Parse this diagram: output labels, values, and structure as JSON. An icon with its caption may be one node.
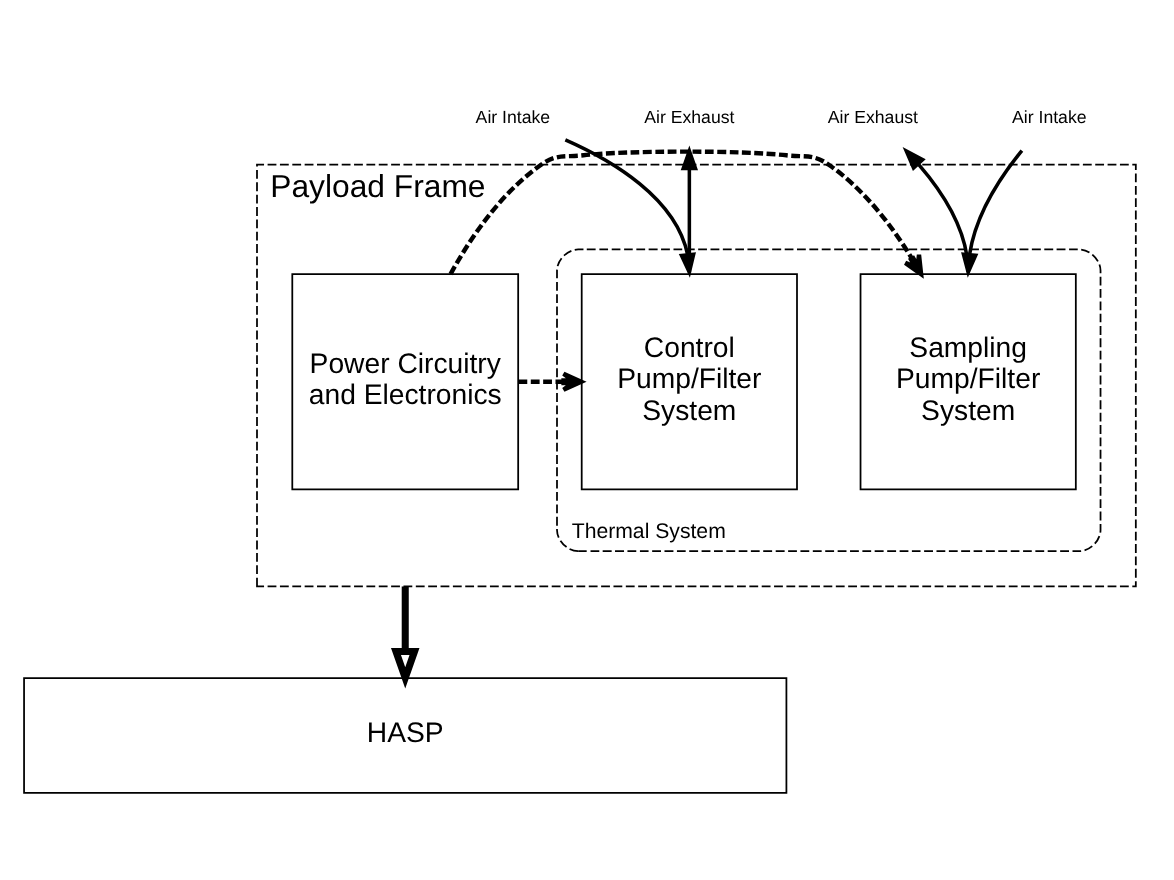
{
  "diagram": {
    "nodes": [
      {
        "text": [
          "Payload Frame"
        ]
      },
      {
        "text": [
          "Thermal System"
        ],
        "in": 0
      },
      {
        "text": [
          "Control Pump/Filter System"
        ],
        "in": 1
      },
      {
        "text": [
          "Sampling Pump/Filter System"
        ],
        "in": 1
      },
      {
        "text": [
          "Power Circuitry and Electronics"
        ],
        "in": 0
      },
      {
        "text": [
          "HASP"
        ]
      },
      {
        "text": [
          "Air Intake"
        ]
      },
      {
        "text": [
          "Air Exhaust"
        ]
      },
      {
        "text": [
          "Air Exhaust"
        ]
      },
      {
        "text": [
          "Air Intake"
        ]
      }
    ],
    "edges": [
      {
        "from": 6,
        "to": 2,
        "arrow": "to"
      },
      {
        "from": 2,
        "to": 7,
        "arrow": "to"
      },
      {
        "from": 3,
        "to": 8,
        "arrow": "to"
      },
      {
        "from": 9,
        "to": 3,
        "arrow": "to"
      },
      {
        "from": 4,
        "to": 3,
        "arrow": "to",
        "style": "dashed"
      },
      {
        "from": 4,
        "to": 2,
        "arrow": "to",
        "style": "dashed"
      },
      {
        "from": 0,
        "to": 5,
        "arrow": "to",
        "style": "thick"
      }
    ]
  }
}
